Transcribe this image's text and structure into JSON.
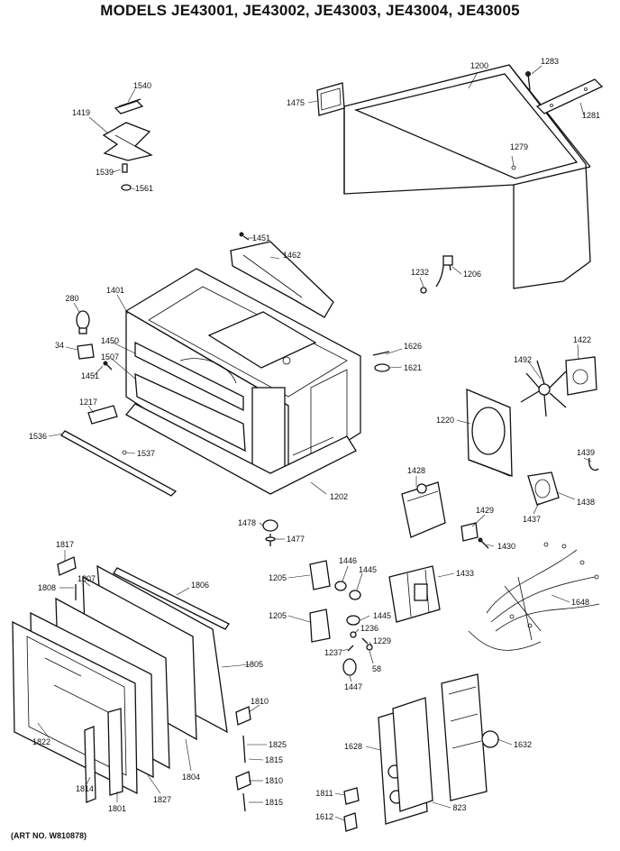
{
  "title": "MODELS JE43001, JE43002, JE43003, JE43004, JE43005",
  "art_number": "(ART NO. W810878)",
  "parts": [
    "1540",
    "1419",
    "1539",
    "1561",
    "1475",
    "1200",
    "1283",
    "1281",
    "1279",
    "1451",
    "1462",
    "1401",
    "280",
    "34",
    "1450",
    "1507",
    "1451",
    "1217",
    "1536",
    "1537",
    "1202",
    "1232",
    "1206",
    "1626",
    "1621",
    "1492",
    "1422",
    "1220",
    "1439",
    "1438",
    "1437",
    "1428",
    "1429",
    "1430",
    "1478",
    "1477",
    "1817",
    "1808",
    "1807",
    "1806",
    "1805",
    "1822",
    "1814",
    "1801",
    "1827",
    "1804",
    "1810",
    "1825",
    "1815",
    "1810",
    "1815",
    "1205",
    "1446",
    "1445",
    "1205",
    "1445",
    "1236",
    "1229",
    "1237",
    "58",
    "1447",
    "1433",
    "1648",
    "1628",
    "1632",
    "1811",
    "1612",
    "823"
  ]
}
